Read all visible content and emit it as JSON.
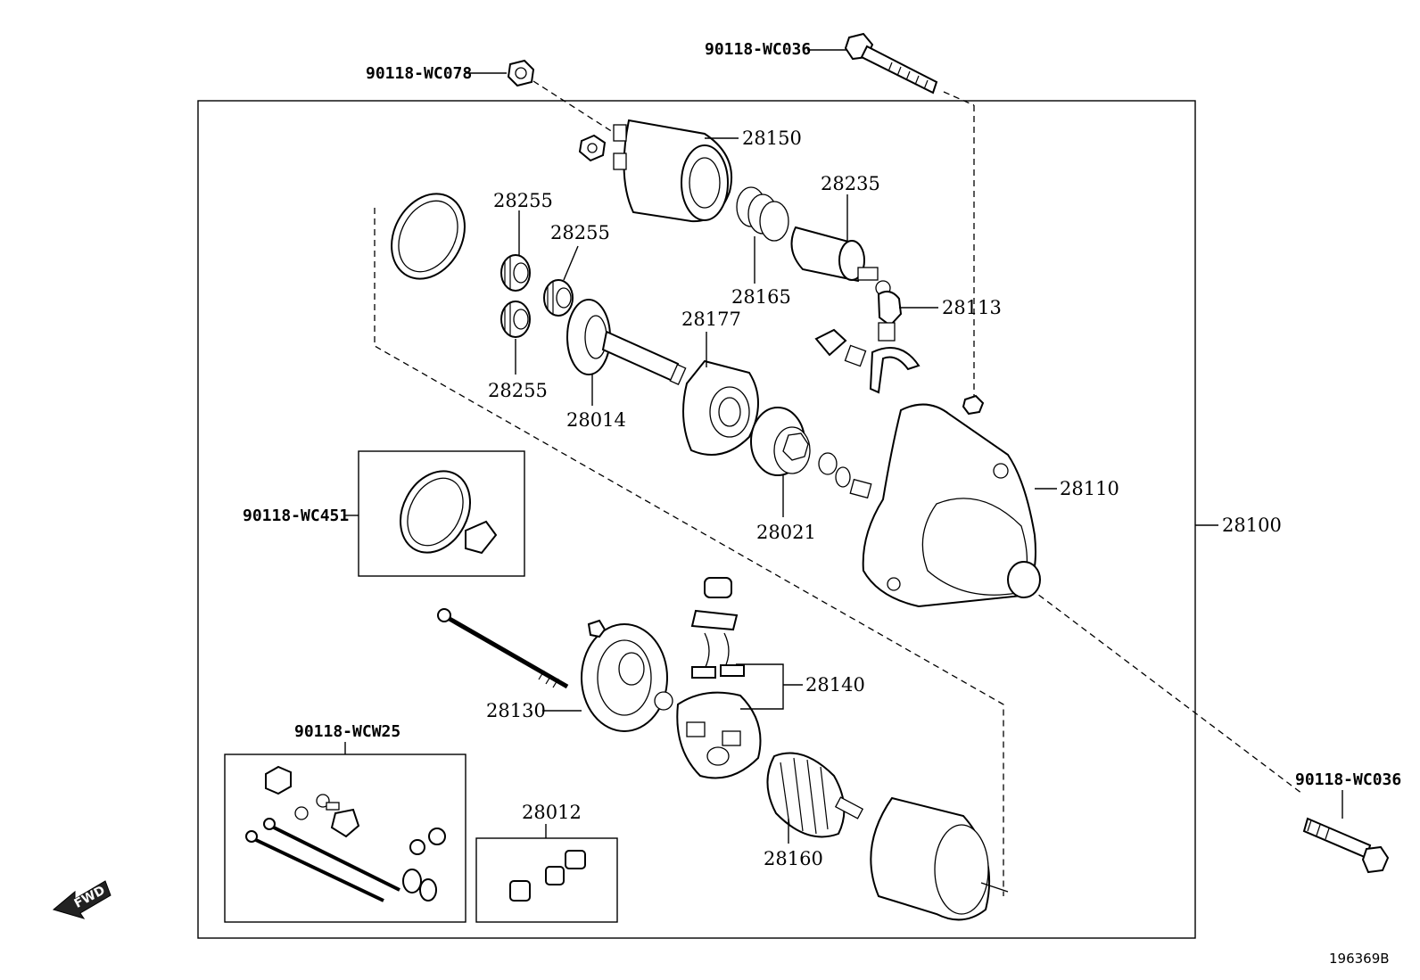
{
  "diagram": {
    "part_labels": {
      "p28150": "28150",
      "p28235": "28235",
      "p28255a": "28255",
      "p28255b": "28255",
      "p28255c": "28255",
      "p28165": "28165",
      "p28113": "28113",
      "p28177": "28177",
      "p28014": "28014",
      "p28021": "28021",
      "p28110": "28110",
      "p28100": "28100",
      "p28140": "28140",
      "p28130": "28130",
      "p28160": "28160",
      "p28012": "28012",
      "kit_wc078": "90118-WC078",
      "kit_wc036_top": "90118-WC036",
      "kit_wc451": "90118-WC451",
      "kit_wcw25": "90118-WCW25",
      "kit_wc036_right": "90118-WC036"
    },
    "fwd_label": "FWD",
    "diagram_code": "196369B"
  }
}
